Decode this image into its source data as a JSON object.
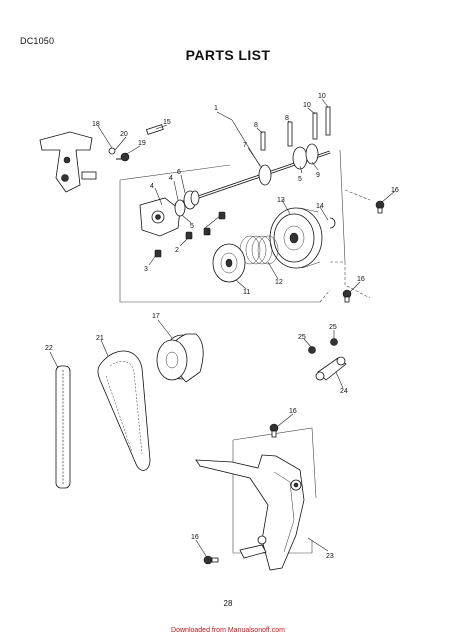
{
  "header": {
    "model": "DC1050",
    "title": "PARTS LIST"
  },
  "page_number": "28",
  "footer": "Downloaded from Manualsonoff.com",
  "callouts": [
    "1",
    "2",
    "2",
    "3",
    "4",
    "4",
    "5",
    "5",
    "6",
    "7",
    "8",
    "8",
    "9",
    "10",
    "10",
    "11",
    "12",
    "13",
    "14",
    "15",
    "16",
    "16",
    "16",
    "16",
    "17",
    "18",
    "19",
    "20",
    "21",
    "22",
    "23",
    "24",
    "25",
    "25"
  ]
}
